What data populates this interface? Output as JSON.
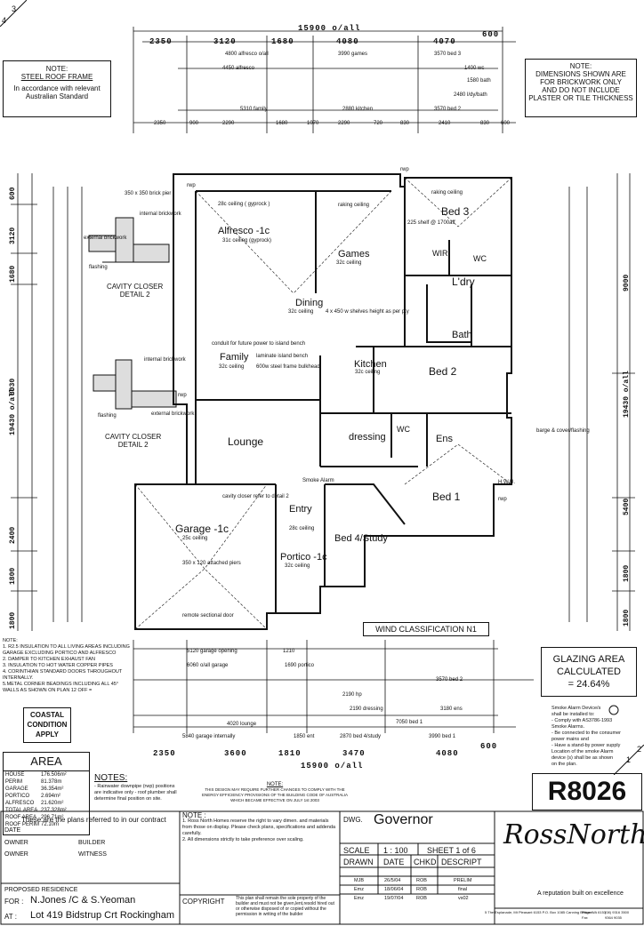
{
  "page_corner": {
    "left": "4",
    "right": "3"
  },
  "top_dims": {
    "overall": "15900 o/all",
    "row1": [
      "2350",
      "3120",
      "1680",
      "4080",
      "4070",
      "600"
    ],
    "row_detail": [
      "4800 alfresco o/all",
      "3990 games",
      "3570 bed 3",
      "4450 alfresco",
      "1400 wc",
      "1580 bath",
      "2480 l/dy/bath",
      "5310 family",
      "2880 kitchen",
      "3570 bed 2"
    ],
    "row_bottom": [
      "2350",
      "900",
      "2290",
      "1680",
      "1070",
      "2290",
      "720",
      "830",
      "2410",
      "830",
      "600"
    ]
  },
  "notes_left": {
    "title": "NOTE:",
    "line1": "STEEL ROOF FRAME",
    "line2": "In accordance with relevant",
    "line3": "Australian Standard"
  },
  "notes_right": {
    "title": "NOTE:",
    "line1": "DIMENSIONS SHOWN ARE",
    "line2": "FOR BRICKWORK ONLY",
    "line3": "AND DO NOT INCLUDE",
    "line4": "PLASTER OR TILE THICKNESS"
  },
  "left_dims": {
    "overall": "19430 o/all",
    "segments": [
      "600",
      "3120",
      "1680",
      "8030",
      "2400",
      "1800",
      "1800"
    ]
  },
  "right_dims": {
    "overall": "19430 o/all",
    "segments": [
      "9000",
      "5400",
      "1800",
      "1800"
    ]
  },
  "details": {
    "detail1_label": "CAVITY CLOSER\nDETAIL 2",
    "detail1_title": "CAVITY CLOSER",
    "detail1_sub": "DETAIL 2",
    "detail2_title": "CAVITY CLOSER",
    "detail2_sub": "DETAIL 2",
    "brick_pier": "350 x 350 brick pier",
    "internal_brickwork": "internal brickwork",
    "external_brickwork": "external brickwork",
    "flashing": "flashing"
  },
  "rooms": {
    "alfresco": "Alfresco -1c",
    "games": "Games",
    "bed3": "Bed 3",
    "ldry": "L'dry",
    "wc_top": "WC",
    "bath": "Bath",
    "dining": "Dining",
    "family": "Family",
    "kitchen": "Kitchen",
    "bed2": "Bed 2",
    "lounge": "Lounge",
    "dressing": "dressing",
    "ens": "Ens",
    "wc2": "WC",
    "bed1": "Bed 1",
    "garage": "Garage -1c",
    "entry": "Entry",
    "portico": "Portico -1c",
    "bed4": "Bed 4/Study",
    "wir": "WIR"
  },
  "room_notes": {
    "games_ceiling": "32c ceiling",
    "dining_ceiling": "32c ceiling",
    "family_ceiling": "32c ceiling",
    "kitchen_ceiling": "32c ceiling",
    "raking1": "28c ceiling ( gyprock )",
    "raking2": "raking ceiling",
    "raking3": "raking ceiling",
    "alfresco_ceiling": "31c ceiling (gyprock)",
    "garage_ceiling": "25c ceiling",
    "portico_ceiling": "32c ceiling",
    "entry_ceiling": "28c ceiling",
    "shelves": "4 x 450 w shelves height as per pty",
    "island": "laminate island bench",
    "steel_frame": "600w steel frame bulkhead",
    "bath_shelf": "225 shelf @ 1700aff",
    "wind": "WIND CLASSIFICATION N1",
    "remote_door": "remote sectional door",
    "cavity_door": "cavity closer refer to detail 2",
    "piers": "350 x 120 attached piers",
    "rwp": "rwp",
    "barge": "barge & cover/flashing",
    "hwu": "H.W.U.",
    "smoke": "Smoke Alarm",
    "conduit": "conduit for future power to island bench"
  },
  "bottom_dims": {
    "row1": [
      "5120 garage opening",
      "1210",
      "1690 portico",
      "6060 o/all garage",
      "3570 bed 2",
      "2190 hp",
      "2190 dressing",
      "3180 ens",
      "7050 bed 1",
      "4020 lounge",
      "5840 garage internally",
      "1850 ent",
      "2870 bed 4/study",
      "3990 bed 1"
    ],
    "overall_row": [
      "2350",
      "3600",
      "1810",
      "3470",
      "4080",
      "600"
    ],
    "overall": "15900 o/all"
  },
  "bottom_notes": {
    "title": "NOTE:",
    "items": [
      "1. R2.5 INSULATION TO ALL LIVING AREAS INCLUDING GARAGE EXCLUDING PORTICO AND ALFRESCO",
      "2. DAMPER TO KITCHEN EXHAUST FAN",
      "3. INSULATION TO HOT WATER COPPER PIPES",
      "4. CORINTHIAN STANDARD DOORS THROUGHOUT INTERNALLY.",
      "5.METAL CORNER BEADINGS INCLUDING ALL 45° WALLS AS SHOWN ON PLAN 12 OFF ="
    ]
  },
  "glazing": {
    "line1": "GLAZING AREA",
    "line2": "CALCULATED",
    "line3": "= 24.64%"
  },
  "smoke_note": {
    "lines": [
      "Smoke Alarm Device/s",
      "shall be installed to:",
      "- Comply with AS3786-1993",
      "Smoke Alarms.",
      "- Be connected to the consumer",
      "power mains and",
      "- Have a stand-by power supply",
      "Location of the smoke Alarm",
      "device (s) shall be as shown",
      "on the plan."
    ]
  },
  "coastal": {
    "line1": "COASTAL",
    "line2": "CONDITION",
    "line3": "APPLY"
  },
  "area": {
    "title": "AREA",
    "rows": [
      {
        "label": "HOUSE",
        "value": "176.506m²"
      },
      {
        "label": "PERIM",
        "value": "81.378m"
      },
      {
        "label": "GARAGE",
        "value": "36.354m²"
      },
      {
        "label": "PORTICO",
        "value": "2.694m²"
      },
      {
        "label": "ALFRESCO",
        "value": "21.620m²"
      },
      {
        "label": "TOTAL AREA",
        "value": "237.328m²"
      },
      {
        "label": "ROOF AREA",
        "value": "296.71m²"
      },
      {
        "label": "ROOF PERIM",
        "value": "72.10m"
      }
    ]
  },
  "notes_mid": {
    "title": "NOTES:",
    "text": "- Rainwater downpipe (rwp) positions are indicative only - roof plumber shall determine final position on site."
  },
  "energy_note": {
    "title": "NOTE:",
    "text": "THIS DESIGN MAY REQUIRE FURTHER CHANGES TO COMPLY WITH THE ENERGY EFFICIENCY PROVISIONS OF THE BUILDING CODE OF AUSTRALIA WHICH BECAME EFFECTIVE ON JULY 1st 2003"
  },
  "plan_no": "R8026",
  "sheet_corner": {
    "left": "1",
    "right": "2"
  },
  "title_block": {
    "contract": "These are the plans referred to in our contract",
    "date": "DATE",
    "owner1": "OWNER",
    "builder": "BUILDER",
    "owner2": "OWNER",
    "witness": "WITNESS",
    "proposed": "PROPOSED RESIDENCE",
    "for_label": "FOR :",
    "for_value": "N.Jones /C & S.Yeoman",
    "at_label": "AT :",
    "at_value": "Lot 419 Bidstrup Crt  Rockingham",
    "note_title": "NOTE :",
    "note1": "1. Ross North Homes reserve the right to vary dimen. and materials from those on display. Please check plans, specifications and addenda carefully.",
    "note2": "2. All dimensions strictly to take preference over scaling.",
    "copyright_label": "COPYRIGHT",
    "copyright_text": "This plan shall remain the sole property of the builder and must not be given,lent,resold hired out or otherwise disposed of or copied without the permission in writing of the builder",
    "dwg_label": "DWG.",
    "dwg_value": "Governor",
    "scale_label": "SCALE",
    "scale_value": "1 : 100",
    "sheet": "SHEET 1 of 6",
    "headers": [
      "DRAWN",
      "DATE",
      "CHKD",
      "DESCRIPT"
    ],
    "rows": [
      [
        "MJB",
        "26/5/04",
        "ROB",
        "PRELIM"
      ],
      [
        "Emz",
        "18/06/04",
        "ROB",
        "final"
      ],
      [
        "Emz",
        "19/07/04",
        "ROB",
        "vs02"
      ]
    ],
    "logo": "RossNorth",
    "tagline": "A reputation built on excellence",
    "address": "5 The Esplanade, Mt Pleasant 6153   P.O. Box 1085 Canning Bridge WA 6153",
    "phone_label": "Phone",
    "fax_label": "Fax",
    "phone": "(08) 9316 3500",
    "fax": "9364 9035"
  }
}
